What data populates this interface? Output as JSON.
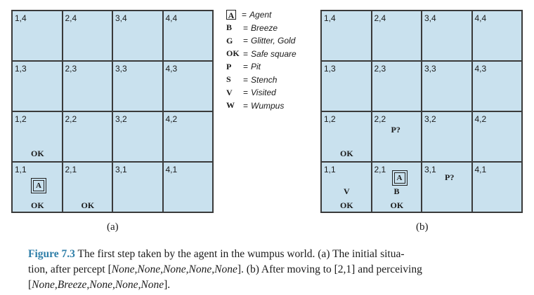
{
  "grid_a": {
    "cells": {
      "1,4": "1,4",
      "2,4": "2,4",
      "3,4": "3,4",
      "4,4": "4,4",
      "1,3": "1,3",
      "2,3": "2,3",
      "3,3": "3,3",
      "4,3": "4,3",
      "1,2": "1,2",
      "2,2": "2,2",
      "3,2": "3,2",
      "4,2": "4,2",
      "1,1": "1,1",
      "2,1": "2,1",
      "3,1": "3,1",
      "4,1": "4,1"
    },
    "ok_1_2": "OK",
    "ok_1_1": "OK",
    "ok_2_1": "OK",
    "agent": "A",
    "label": "(a)"
  },
  "grid_b": {
    "cells": {
      "1,4": "1,4",
      "2,4": "2,4",
      "3,4": "3,4",
      "4,4": "4,4",
      "1,3": "1,3",
      "2,3": "2,3",
      "3,3": "3,3",
      "4,3": "4,3",
      "1,2": "1,2",
      "2,2": "2,2",
      "3,2": "3,2",
      "4,2": "4,2",
      "1,1": "1,1",
      "2,1": "2,1",
      "3,1": "3,1",
      "4,1": "4,1"
    },
    "ok_1_2": "OK",
    "pit_2_2": "P?",
    "pit_3_1": "P?",
    "visited_1_1": "V",
    "ok_1_1": "OK",
    "agent": "A",
    "breeze_2_1": "B",
    "ok_2_1": "OK",
    "label": "(b)"
  },
  "legend": [
    {
      "key": "A",
      "desc": "Agent"
    },
    {
      "key": "B",
      "desc": "Breeze"
    },
    {
      "key": "G",
      "desc": "Glitter, Gold"
    },
    {
      "key": "OK",
      "desc": "Safe square"
    },
    {
      "key": "P",
      "desc": "Pit"
    },
    {
      "key": "S",
      "desc": "Stench"
    },
    {
      "key": "V",
      "desc": "Visited"
    },
    {
      "key": "W",
      "desc": "Wumpus"
    }
  ],
  "legend_eq": "=",
  "caption": {
    "fig_label": "Figure 7.3",
    "line1": "The first step taken by the agent in the wumpus world. (a) The initial situa-",
    "line2a": "tion, after percept [",
    "line2_percept": "None,None,None,None,None",
    "line2b": "]. (b) After moving to [2,1] and perceiving",
    "line3a": "[",
    "line3_percept": "None,Breeze,None,None,None",
    "line3b": "]."
  }
}
